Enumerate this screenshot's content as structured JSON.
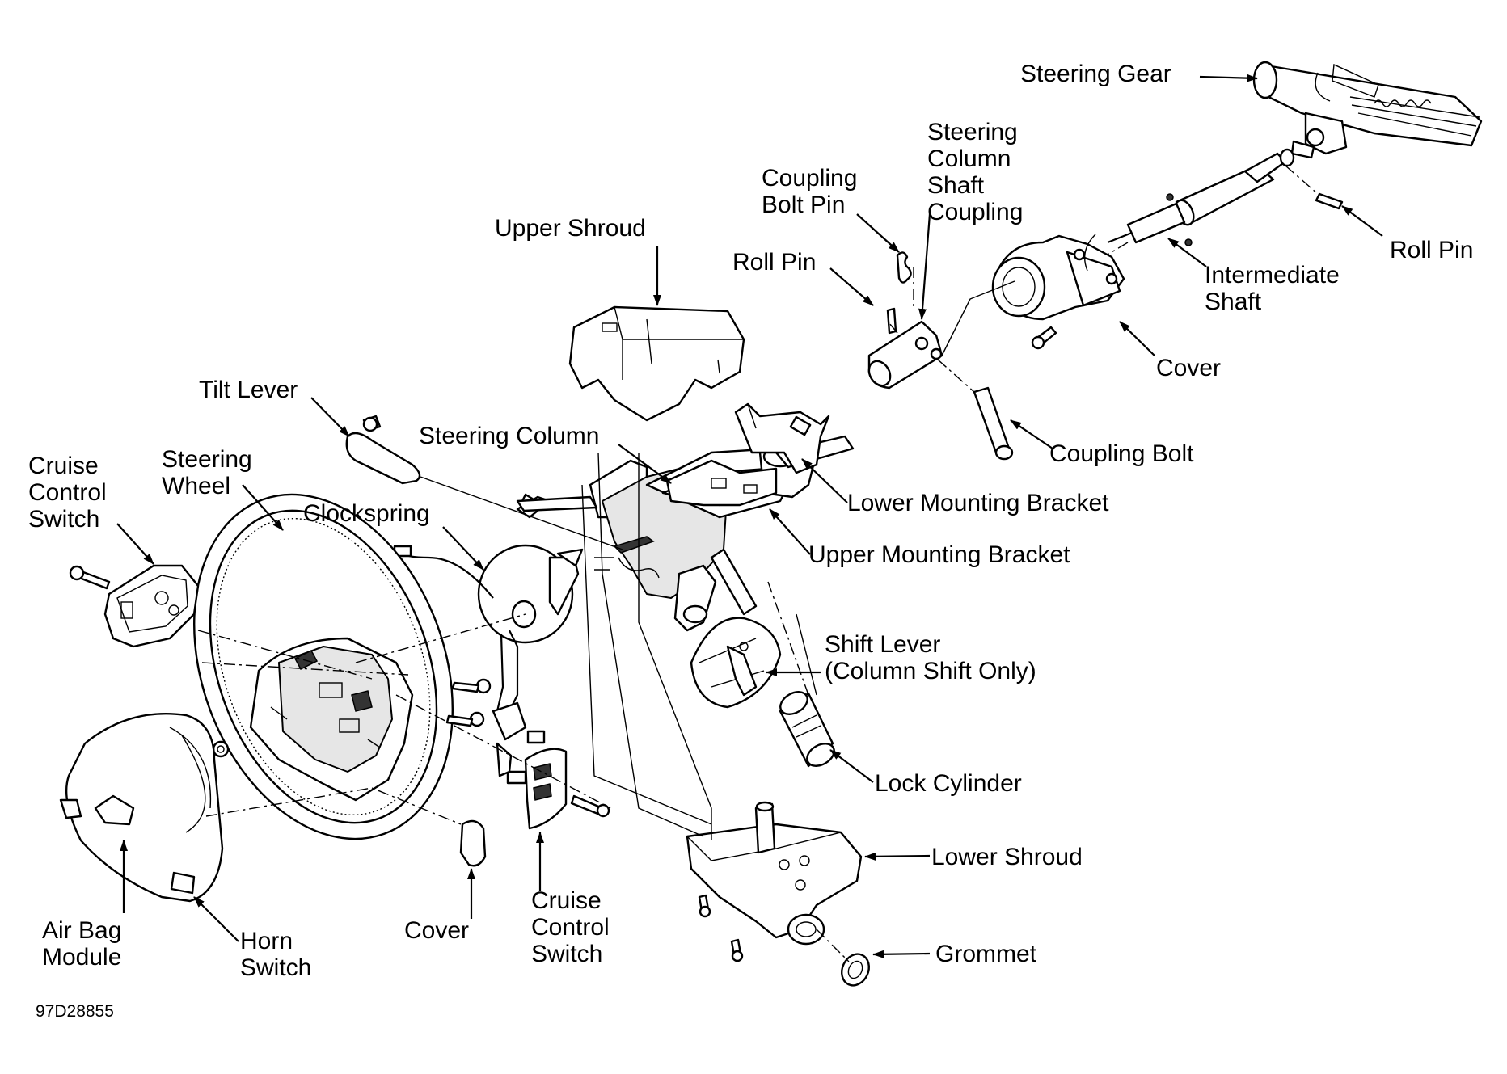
{
  "diagram": {
    "figure_code": "97D28855",
    "labels": {
      "steering_gear": "Steering Gear",
      "steering_column_shaft_coupling": [
        "Steering",
        "Column",
        "Shaft",
        "Coupling"
      ],
      "coupling_bolt_pin": [
        "Coupling",
        "Bolt Pin"
      ],
      "roll_pin_left": "Roll Pin",
      "roll_pin_right": "Roll Pin",
      "intermediate_shaft": [
        "Intermediate",
        "Shaft"
      ],
      "cover_upper": "Cover",
      "coupling_bolt": "Coupling Bolt",
      "upper_shroud": "Upper Shroud",
      "tilt_lever": "Tilt Lever",
      "steering_column": "Steering Column",
      "lower_mounting_bracket": "Lower Mounting Bracket",
      "upper_mounting_bracket": "Upper Mounting Bracket",
      "cruise_control_switch_left": [
        "Cruise",
        "Control",
        "Switch"
      ],
      "steering_wheel": [
        "Steering",
        "Wheel"
      ],
      "clockspring": "Clockspring",
      "shift_lever": [
        "Shift Lever",
        "(Column Shift Only)"
      ],
      "lock_cylinder": "Lock Cylinder",
      "lower_shroud": "Lower Shroud",
      "grommet": "Grommet",
      "air_bag_module": [
        "Air Bag",
        "Module"
      ],
      "horn_switch": [
        "Horn",
        "Switch"
      ],
      "cover_lower": "Cover",
      "cruise_control_switch_bottom": [
        "Cruise",
        "Control",
        "Switch"
      ]
    }
  }
}
